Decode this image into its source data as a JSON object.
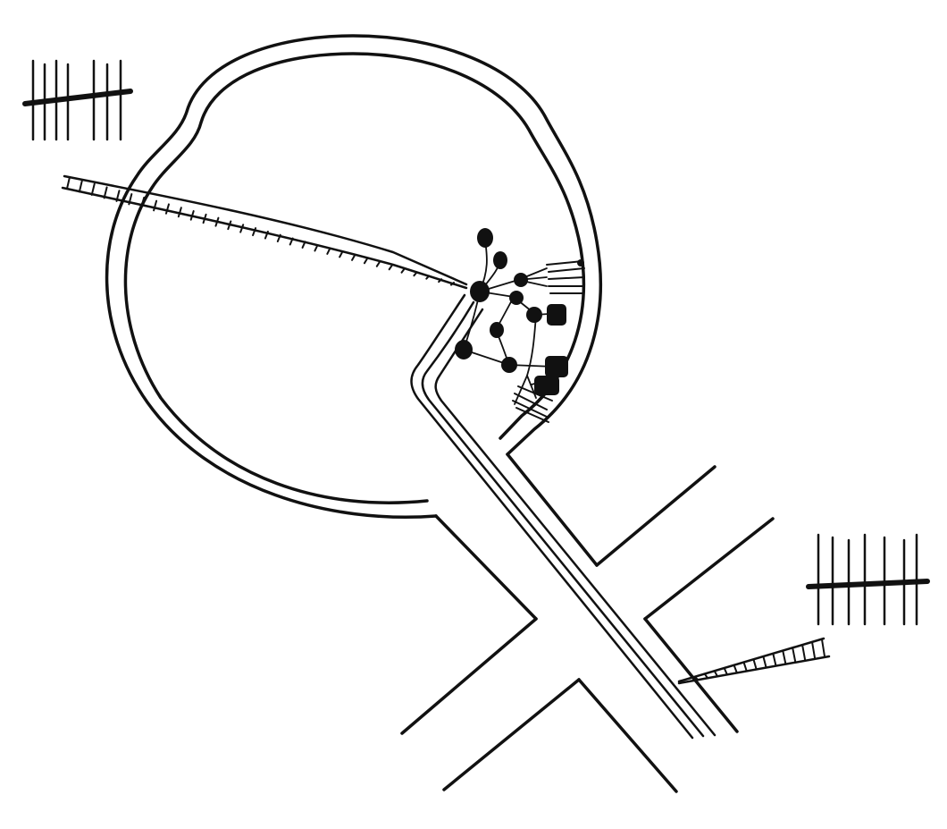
{
  "diagram": {
    "ink_color": "#111111",
    "paper_color": "#ffffff",
    "parts": [
      "eye-globe",
      "optic-nerve",
      "optic-tract-cross",
      "retina-cell-cluster",
      "stimulating-electrode",
      "recording-electrode",
      "spike-train-top-left",
      "spike-train-bottom-right"
    ]
  }
}
